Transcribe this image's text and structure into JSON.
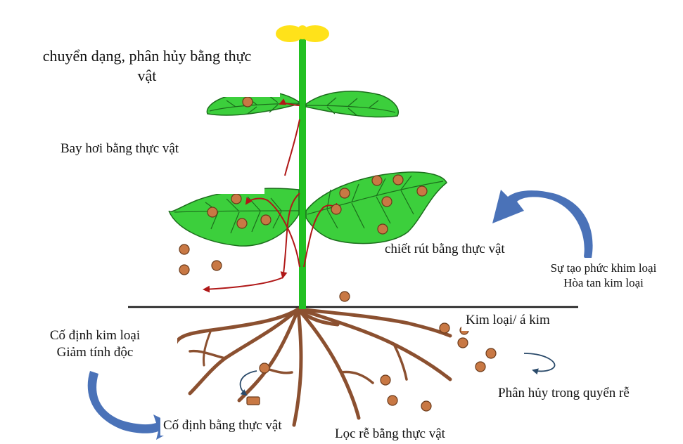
{
  "labels": {
    "phytotransformation_line1": "chuyển dạng, phân hủy bằng thực",
    "phytotransformation_line2": "vật",
    "phytovolatilization": "Bay hơi bằng thực vật",
    "phytoextraction": "chiết rút bằng thực vật",
    "complexation_line1": "Sự tạo phức khim loại",
    "complexation_line2": "Hòa tan kim loại",
    "metal_metalloid": "Kim loại/ á kim",
    "immobilization_line1": "Cố định kim loại",
    "immobilization_line2": "Giảm tính độc",
    "rhizodegradation": "Phân hủy trong quyển rễ",
    "phytostabilization": "Cố định bằng thực vật",
    "rhizofiltration": "Lọc rễ bằng thực vật"
  },
  "colors": {
    "stem": "#22c022",
    "leaf": "#3ccf3c",
    "leaf_vein": "#1c6e1c",
    "flower": "#ffe21a",
    "root": "#8b5030",
    "particle": "#c87844",
    "transport_arrow": "#b01818",
    "cycle_arrow": "#4a72b8",
    "ground_line": "#1a1a1a"
  },
  "icons": {
    "flower": "flower-icon",
    "cycle_arrow": "curved-arrow-icon",
    "particle": "metal-particle-icon"
  }
}
